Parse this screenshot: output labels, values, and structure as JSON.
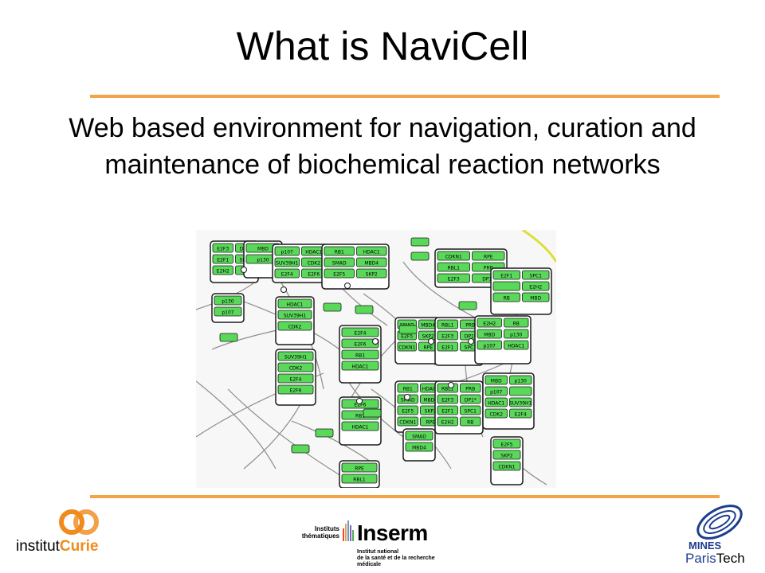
{
  "slide": {
    "title": "What is NaviCell",
    "subtitle": "Web based environment for navigation, curation and maintenance of biochemical reaction networks"
  },
  "colors": {
    "rule": "#f3a447",
    "node_fill": "#59d859",
    "node_border": "#1a1a1a",
    "edge": "#8c8c8c",
    "highlight_edge": "#dede3a",
    "curie_orange": "#f08a1c",
    "inserm_blue": "#1d3d8f"
  },
  "logos": {
    "curie": {
      "prefix": "institut",
      "brand": "Curie"
    },
    "inserm": {
      "label_line1": "Instituts",
      "label_line2": "thématiques",
      "name": "Inserm",
      "sub_line1": "Institut national",
      "sub_line2": "de la santé et de la recherche médicale"
    },
    "mines": {
      "name": "MINES",
      "paris": "Paris",
      "tech": "Tech"
    }
  },
  "network": {
    "node_labels": [
      "E2F3",
      "DP1*",
      "E2F1",
      "SPC1",
      "E2H2",
      "RB",
      "MBD",
      "p130",
      "p107",
      "HDAC1",
      "SUV39H1",
      "CDK2",
      "E2F4",
      "E2F6",
      "RB1",
      "HDAC1",
      "SMAD",
      "MBD4",
      "E2F5",
      "SKP2",
      "CDKN1",
      "RPE",
      "RBL1",
      "PRB"
    ]
  }
}
